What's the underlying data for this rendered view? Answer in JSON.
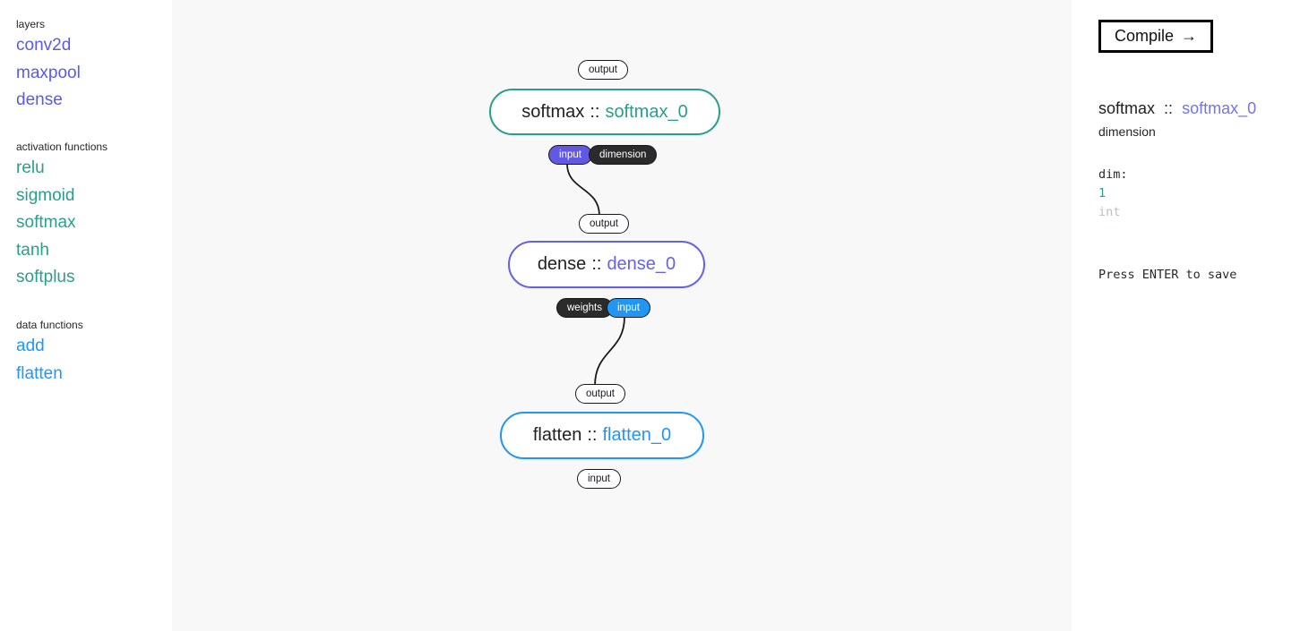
{
  "colors": {
    "teal": "#2a9d8f",
    "sidebar_purple": "#5a5be0",
    "node_purple": "#6562e2",
    "blue": "#2196f3",
    "pill_dark_bg": "#2b2b2b",
    "pill_purple_bg": "#6159e1",
    "pill_blue_bg": "#2196f3",
    "canvas_bg": "#f8f8f8",
    "edge": "#1a1a1a"
  },
  "sidebar": {
    "sections": [
      {
        "label": "layers",
        "items": [
          "conv2d",
          "maxpool",
          "dense"
        ]
      },
      {
        "label": "activation functions",
        "items": [
          "relu",
          "sigmoid",
          "softmax",
          "tanh",
          "softplus"
        ]
      },
      {
        "label": "data functions",
        "items": [
          "add",
          "flatten"
        ]
      }
    ]
  },
  "canvas": {
    "nodes": [
      {
        "type": "softmax",
        "separator": "::",
        "name": "softmax_0",
        "ports_top": [
          "output"
        ],
        "ports_bottom": [
          "input",
          "dimension"
        ]
      },
      {
        "type": "dense",
        "separator": "::",
        "name": "dense_0",
        "ports_top": [
          "output"
        ],
        "ports_bottom": [
          "weights",
          "input"
        ]
      },
      {
        "type": "flatten",
        "separator": "::",
        "name": "flatten_0",
        "ports_top": [
          "output"
        ],
        "ports_bottom": [
          "input"
        ]
      }
    ],
    "edges": [
      {
        "from": "dense_0.output",
        "to": "softmax_0.input"
      },
      {
        "from": "flatten_0.output",
        "to": "dense_0.input"
      }
    ]
  },
  "inspector": {
    "compile_label": "Compile",
    "compile_arrow": "→",
    "node_type": "softmax",
    "separator": "::",
    "node_name": "softmax_0",
    "attribute": "dimension",
    "field_label": "dim:",
    "field_value": "1",
    "field_type": "int",
    "hint": "Press ENTER to save"
  }
}
